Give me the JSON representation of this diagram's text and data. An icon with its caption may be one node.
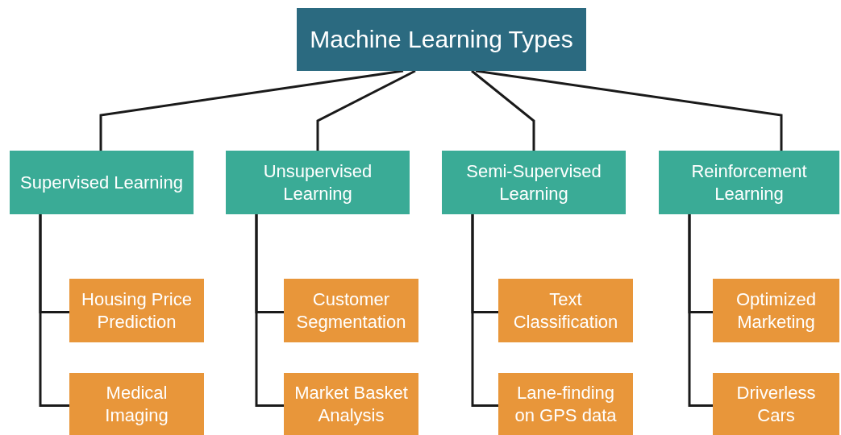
{
  "diagram": {
    "nodes": [
      {
        "text": [
          "Machine Learning Types"
        ]
      },
      {
        "text": [
          "Supervised Learning"
        ]
      },
      {
        "text": [
          "Unsupervised Learning"
        ]
      },
      {
        "text": [
          "Semi-Supervised Learning"
        ]
      },
      {
        "text": [
          "Reinforcement Learning"
        ]
      },
      {
        "text": [
          "Housing Price Prediction"
        ]
      },
      {
        "text": [
          "Customer Segmentation"
        ]
      },
      {
        "text": [
          "Text Classification"
        ]
      },
      {
        "text": [
          "Optimized Marketing"
        ]
      },
      {
        "text": [
          "Medical Imaging"
        ]
      },
      {
        "text": [
          "Market Basket Analysis"
        ]
      },
      {
        "text": [
          "Lane-finding on GPS data"
        ]
      },
      {
        "text": [
          "Driverless Cars"
        ]
      }
    ],
    "edges": [
      {
        "from": 0,
        "to": 1,
        "arrow": "none"
      },
      {
        "from": 0,
        "to": 2,
        "arrow": "none"
      },
      {
        "from": 0,
        "to": 3,
        "arrow": "none"
      },
      {
        "from": 0,
        "to": 4,
        "arrow": "none"
      },
      {
        "from": 1,
        "to": 5,
        "arrow": "none"
      },
      {
        "from": 1,
        "to": 9,
        "arrow": "none"
      },
      {
        "from": 2,
        "to": 6,
        "arrow": "none"
      },
      {
        "from": 2,
        "to": 10,
        "arrow": "none"
      },
      {
        "from": 3,
        "to": 7,
        "arrow": "none"
      },
      {
        "from": 3,
        "to": 11,
        "arrow": "none"
      },
      {
        "from": 4,
        "to": 8,
        "arrow": "none"
      },
      {
        "from": 4,
        "to": 12,
        "arrow": "none"
      }
    ]
  }
}
